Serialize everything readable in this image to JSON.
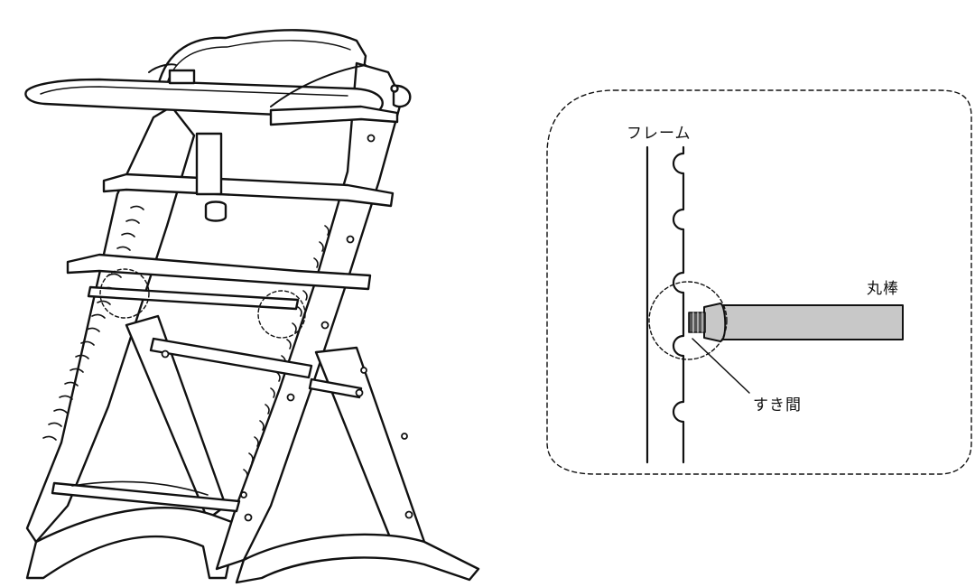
{
  "detail_labels": {
    "frame": "フレーム",
    "round_bar": "丸棒",
    "gap": "すき間"
  },
  "colors": {
    "line": "#111111",
    "bar_fill": "#c8c8c8",
    "background": "#ffffff"
  }
}
